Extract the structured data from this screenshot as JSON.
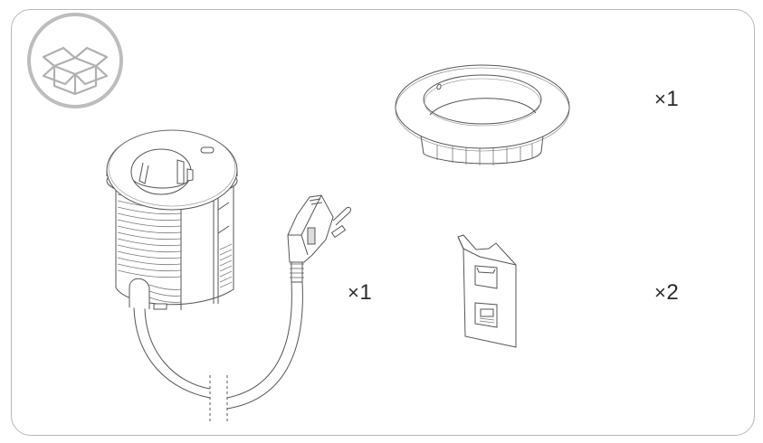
{
  "diagram": {
    "type": "package-contents",
    "badge": {
      "icon": "open-box-icon",
      "color": "#bdbdbd"
    },
    "items": [
      {
        "name": "Desk power socket with cable and Schuko plug",
        "quantity_label": "×1",
        "times": "×",
        "count": "1"
      },
      {
        "name": "Mounting collar ring",
        "quantity_label": "×1",
        "times": "×",
        "count": "1"
      },
      {
        "name": "Mounting clip",
        "quantity_label": "×2",
        "times": "×",
        "count": "2"
      }
    ],
    "colors": {
      "line": "#555555",
      "frame": "#b8b8b8",
      "text": "#2a2a2a"
    }
  }
}
